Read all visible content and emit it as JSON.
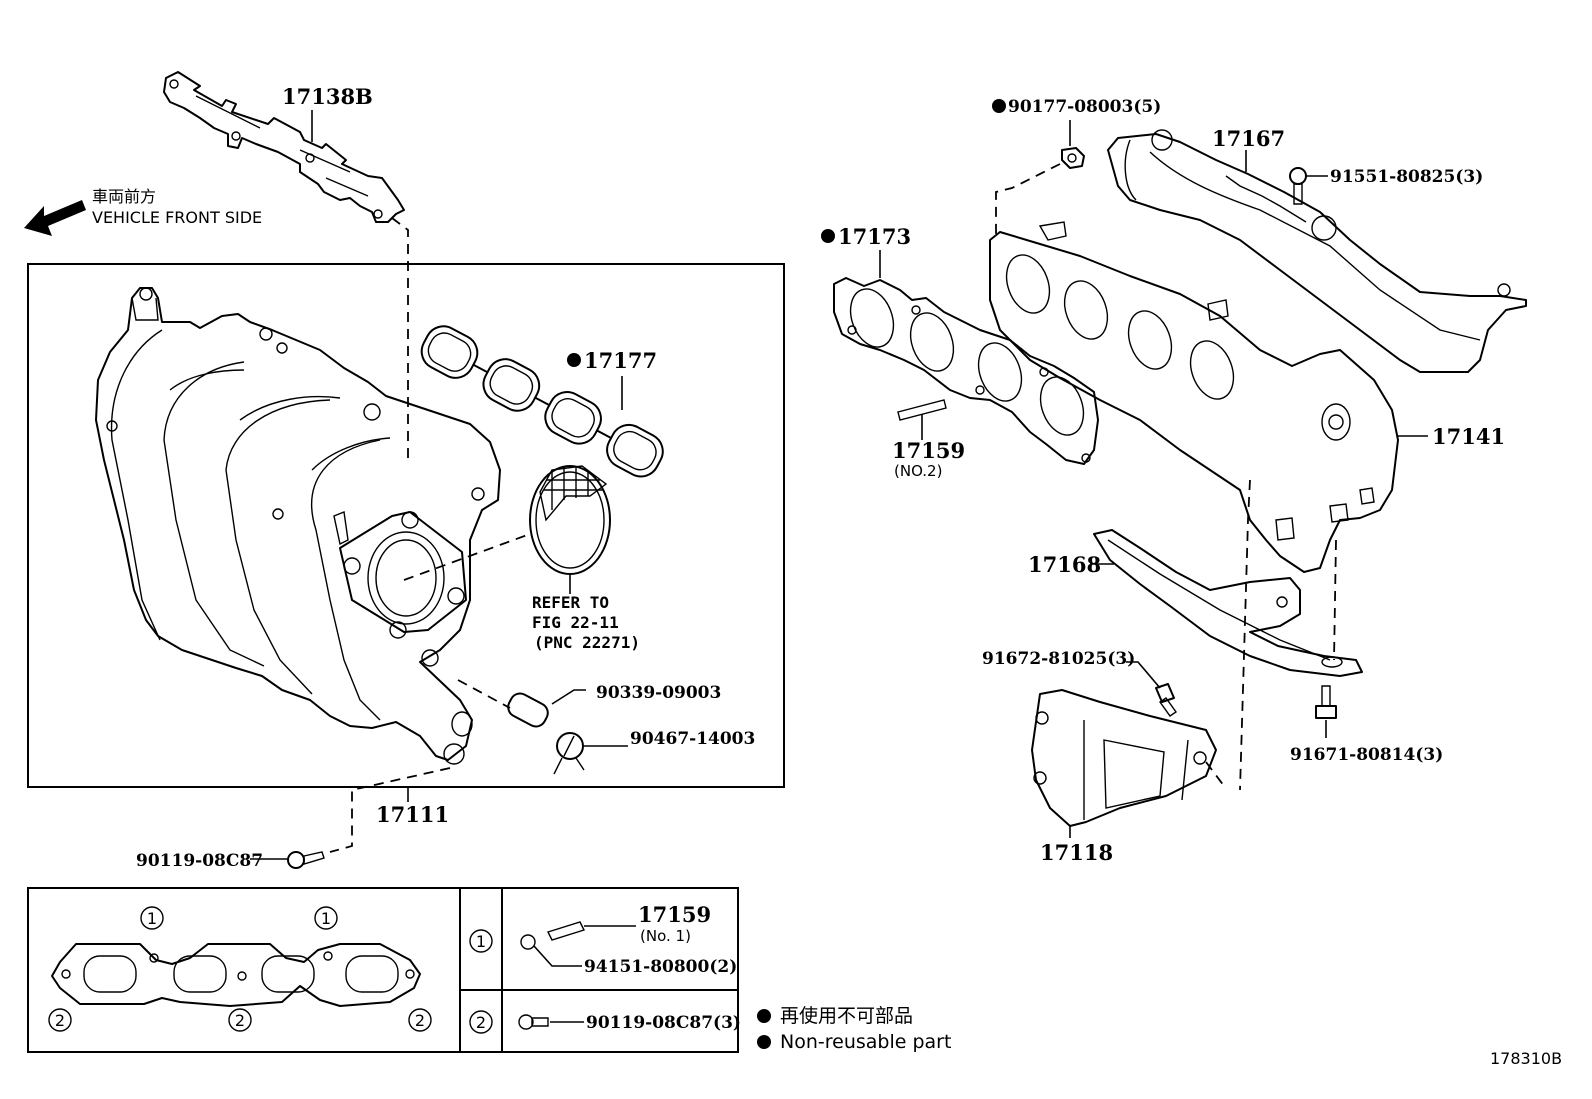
{
  "diagram": {
    "figure_id": "178310B",
    "orientation": {
      "label_jp": "車両前方",
      "label_en": "VEHICLE FRONT SIDE",
      "icon": "arrow-left-icon"
    },
    "parts": {
      "p17138B": {
        "number": "17138B"
      },
      "p17111": {
        "number": "17111"
      },
      "p17177": {
        "number": "17177",
        "non_reusable": true
      },
      "p90339": {
        "number": "90339-09003"
      },
      "p90467": {
        "number": "90467-14003"
      },
      "p90119_main": {
        "number": "90119-08C87"
      },
      "p90177": {
        "number": "90177-08003(5)",
        "non_reusable": true
      },
      "p17167": {
        "number": "17167"
      },
      "p91551": {
        "number": "91551-80825(3)"
      },
      "p17173": {
        "number": "17173",
        "non_reusable": true
      },
      "p17159_no2": {
        "number": "17159",
        "sub": "(NO.2)"
      },
      "p17141": {
        "number": "17141"
      },
      "p17168": {
        "number": "17168"
      },
      "p91672": {
        "number": "91672-81025(3)"
      },
      "p91671": {
        "number": "91671-80814(3)"
      },
      "p17118": {
        "number": "17118"
      }
    },
    "refer_note": {
      "line1": "REFER TO",
      "line2": "FIG 22-11",
      "line3": "(PNC 22271)"
    },
    "detail_table": {
      "markers_top": [
        "1",
        "1"
      ],
      "markers_bottom": [
        "2",
        "2",
        "2"
      ],
      "rows": [
        {
          "marker": "1",
          "part": "17159",
          "part_sub": "(No. 1)",
          "fastener": "94151-80800(2)"
        },
        {
          "marker": "2",
          "fastener": "90119-08C87(3)"
        }
      ]
    },
    "legend": {
      "symbol": "●",
      "jp": "再使用不可部品",
      "en": "Non-reusable part"
    }
  }
}
